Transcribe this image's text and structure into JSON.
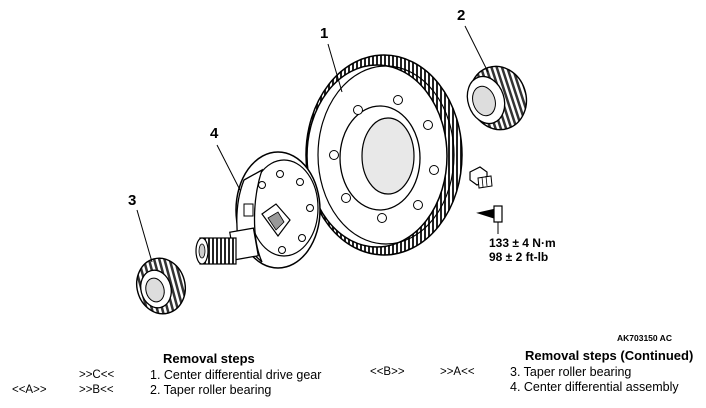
{
  "figure": {
    "id": "AK703150 AC",
    "callouts": [
      "1",
      "2",
      "3",
      "4"
    ],
    "torque": {
      "metric": "133 ± 4 N·m",
      "imperial": "98 ± 2 ft-lb"
    }
  },
  "removal_steps": {
    "heading": "Removal steps",
    "steps": [
      {
        "refs": [
          ">>C<<"
        ],
        "text": "1. Center differential drive gear"
      },
      {
        "refs": [
          "<<A>>",
          ">>B<<"
        ],
        "text": "2. Taper roller bearing"
      }
    ]
  },
  "removal_steps_continued": {
    "heading": "Removal steps (Continued)",
    "steps": [
      {
        "refs": [
          "<<B>>",
          ">>A<<"
        ],
        "text": "3. Taper roller bearing"
      },
      {
        "refs": [],
        "text": "4. Center differential assembly"
      }
    ]
  }
}
